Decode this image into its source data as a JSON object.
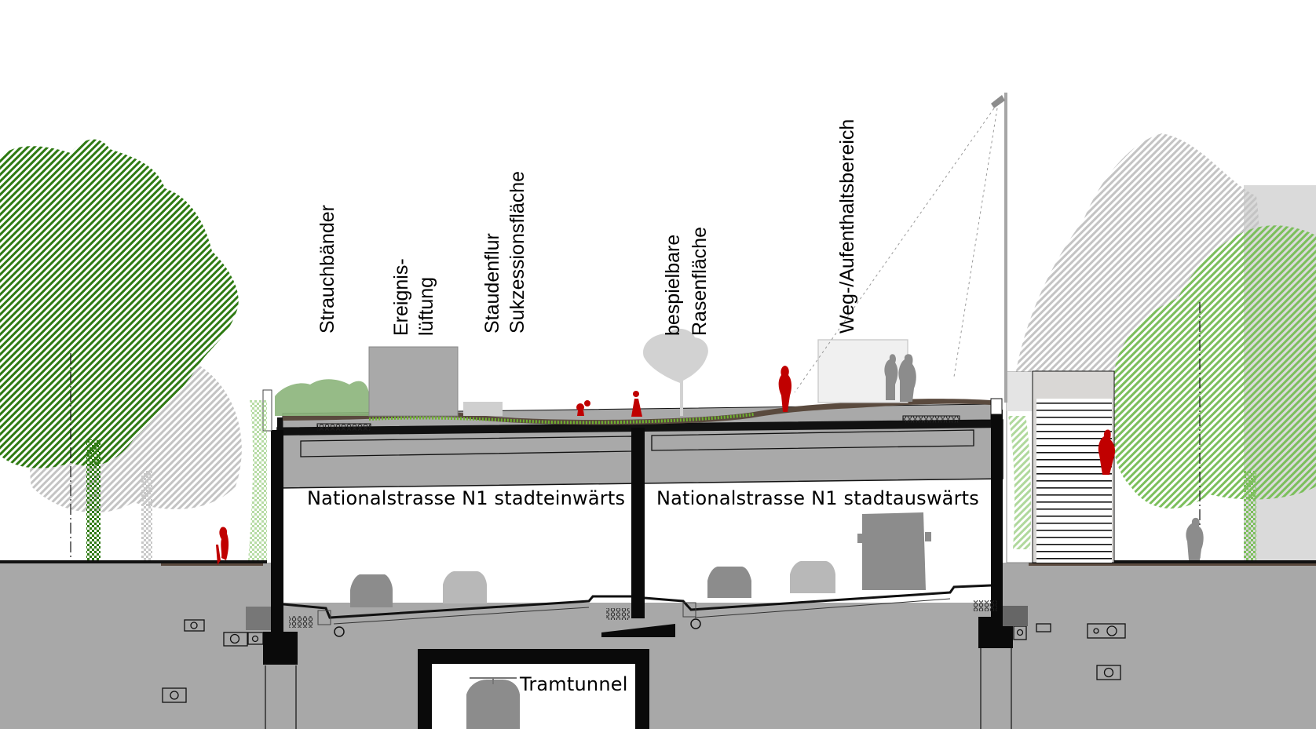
{
  "diagram": {
    "type": "architectural-cross-section",
    "colors": {
      "ground": "#a8a8a8",
      "structure": "#0a0a0a",
      "deck_gray": "#a9a9a9",
      "tree_green_dark": "#2e7a12",
      "tree_green_light": "#7cbf5c",
      "tree_gray": "#c4c4c4",
      "person_red": "#c00000",
      "person_gray": "#8c8c8c",
      "vehicle_dark": "#8c8c8c",
      "vehicle_light": "#b8b8b8",
      "soil_brown": "#5a4a3e",
      "grass": "#6fb32f"
    }
  },
  "roof_labels": {
    "strauchbaender": "Strauchbänder",
    "ereignis_line1": "Ereignis-",
    "ereignis_line2": "lüftung",
    "staudenflur_line1": "Staudenflur",
    "staudenflur_line2": "Sukzessionsfläche",
    "rasen_line1": "bespielbare",
    "rasen_line2": "Rasenfläche",
    "weg": "Weg-/Aufenthaltsbereich"
  },
  "tunnel_labels": {
    "left_carriageway": "Nationalstrasse N1 stadteinwärts",
    "right_carriageway": "Nationalstrasse N1 stadtauswärts",
    "tram": "Tramtunnel"
  }
}
